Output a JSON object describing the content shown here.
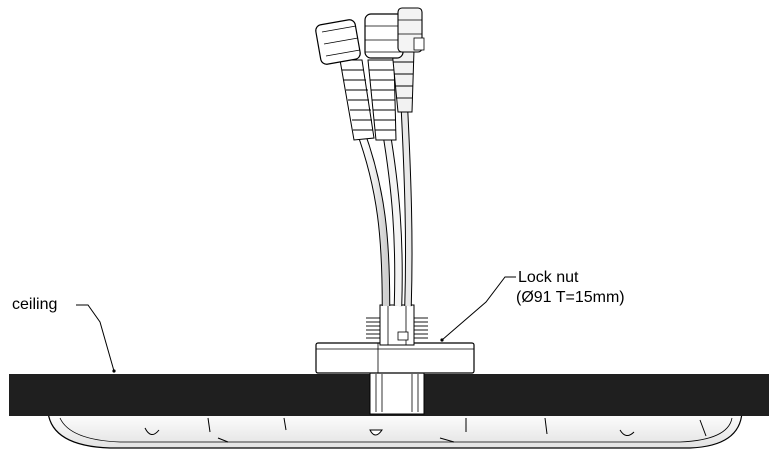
{
  "labels": {
    "ceiling": "ceiling",
    "lock_nut_title": "Lock nut",
    "lock_nut_spec": "(Ø91 T=15mm)"
  },
  "colors": {
    "ceiling_slab": "#1f1f1f",
    "line": "#000000",
    "background": "#ffffff",
    "shade": "#e8e8e8"
  }
}
